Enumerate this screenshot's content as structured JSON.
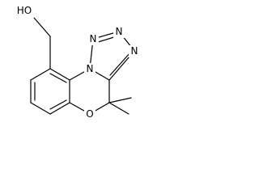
{
  "structure": {
    "atom_labels": {
      "hydroxyl": "HO",
      "ring_oxygen": "O",
      "tetrazole_n1": "N",
      "tetrazole_n2": "N",
      "tetrazole_n3": "N",
      "tetrazole_n4": "N"
    }
  }
}
